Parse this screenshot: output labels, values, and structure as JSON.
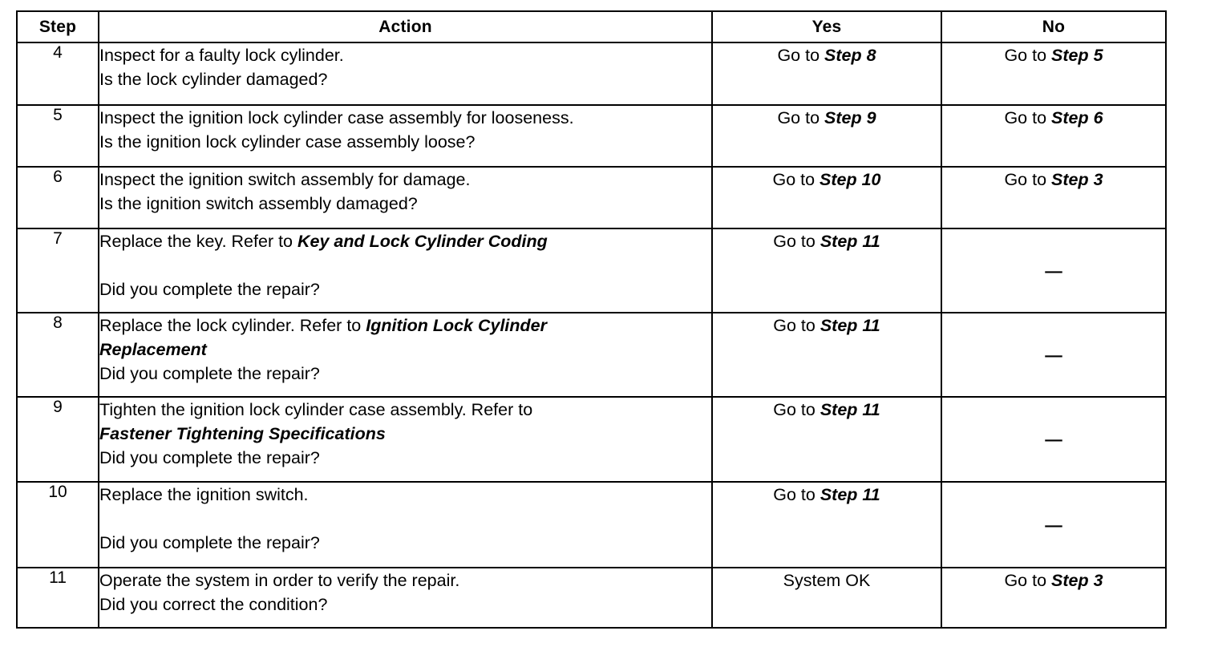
{
  "table": {
    "headers": [
      "Step",
      "Action",
      "Yes",
      "No"
    ],
    "rows": [
      {
        "step": "4",
        "action_lines": [
          {
            "text": "Inspect for a faulty lock cylinder.",
            "italic_tail": ""
          },
          {
            "text": "Is the lock cylinder damaged?",
            "italic_tail": ""
          }
        ],
        "yes": {
          "prefix": "Go to ",
          "italic": "Step 8"
        },
        "no": {
          "prefix": "Go to ",
          "italic": "Step 5"
        },
        "height": 78,
        "answer_align": "bottom"
      },
      {
        "step": "5",
        "action_lines": [
          {
            "text": "Inspect the ignition lock cylinder case assembly for looseness.",
            "italic_tail": ""
          },
          {
            "text": "Is the ignition lock cylinder case assembly loose?",
            "italic_tail": ""
          }
        ],
        "yes": {
          "prefix": "Go to ",
          "italic": "Step 9"
        },
        "no": {
          "prefix": "Go to ",
          "italic": "Step 6"
        },
        "height": 77,
        "answer_align": "bottom"
      },
      {
        "step": "6",
        "action_lines": [
          {
            "text": "Inspect the ignition switch assembly for damage.",
            "italic_tail": ""
          },
          {
            "text": "Is the ignition switch assembly damaged?",
            "italic_tail": ""
          }
        ],
        "yes": {
          "prefix": "Go to ",
          "italic": "Step 10"
        },
        "no": {
          "prefix": "Go to ",
          "italic": "Step 3"
        },
        "height": 77,
        "answer_align": "bottom"
      },
      {
        "step": "7",
        "action_lines": [
          {
            "text": "Replace the key. Refer to ",
            "italic_tail": "Key and Lock Cylinder Coding"
          },
          {
            "text": "",
            "italic_tail": ""
          },
          {
            "text": "Did you complete the repair?",
            "italic_tail": ""
          }
        ],
        "yes": {
          "prefix": "Go to ",
          "italic": "Step 11"
        },
        "no": {
          "prefix": "",
          "italic": "",
          "dash": "—"
        },
        "height": 105,
        "answer_align": "bottom"
      },
      {
        "step": "8",
        "action_lines": [
          {
            "text": "Replace the lock cylinder. Refer to ",
            "italic_tail": "Ignition Lock Cylinder"
          },
          {
            "text": "",
            "italic_tail": "Replacement"
          },
          {
            "text": "Did you complete the repair?",
            "italic_tail": ""
          }
        ],
        "yes": {
          "prefix": "Go to ",
          "italic": "Step 11"
        },
        "no": {
          "prefix": "",
          "italic": "",
          "dash": "—"
        },
        "height": 105,
        "answer_align": "bottom"
      },
      {
        "step": "9",
        "action_lines": [
          {
            "text": "Tighten the ignition lock cylinder case assembly. Refer to",
            "italic_tail": ""
          },
          {
            "text": "",
            "italic_tail": "Fastener Tightening Specifications"
          },
          {
            "text": "Did you complete the repair?",
            "italic_tail": ""
          }
        ],
        "yes": {
          "prefix": "Go to ",
          "italic": "Step 11"
        },
        "no": {
          "prefix": "",
          "italic": "",
          "dash": "—"
        },
        "height": 106,
        "answer_align": "bottom"
      },
      {
        "step": "10",
        "action_lines": [
          {
            "text": "Replace the ignition switch.",
            "italic_tail": ""
          },
          {
            "text": "",
            "italic_tail": ""
          },
          {
            "text": "Did you complete the repair?",
            "italic_tail": ""
          }
        ],
        "yes": {
          "prefix": "Go to ",
          "italic": "Step 11"
        },
        "no": {
          "prefix": "",
          "italic": "",
          "dash": "—"
        },
        "height": 107,
        "answer_align": "bottom"
      },
      {
        "step": "11",
        "action_lines": [
          {
            "text": "Operate the system in order to verify the repair.",
            "italic_tail": ""
          },
          {
            "text": "Did you correct the condition?",
            "italic_tail": ""
          }
        ],
        "yes": {
          "prefix": "System OK",
          "italic": ""
        },
        "no": {
          "prefix": "Go to ",
          "italic": "Step 3"
        },
        "height": 75,
        "answer_align": "bottom"
      }
    ]
  },
  "colors": {
    "ink": "#000000",
    "paper": "#ffffff"
  }
}
